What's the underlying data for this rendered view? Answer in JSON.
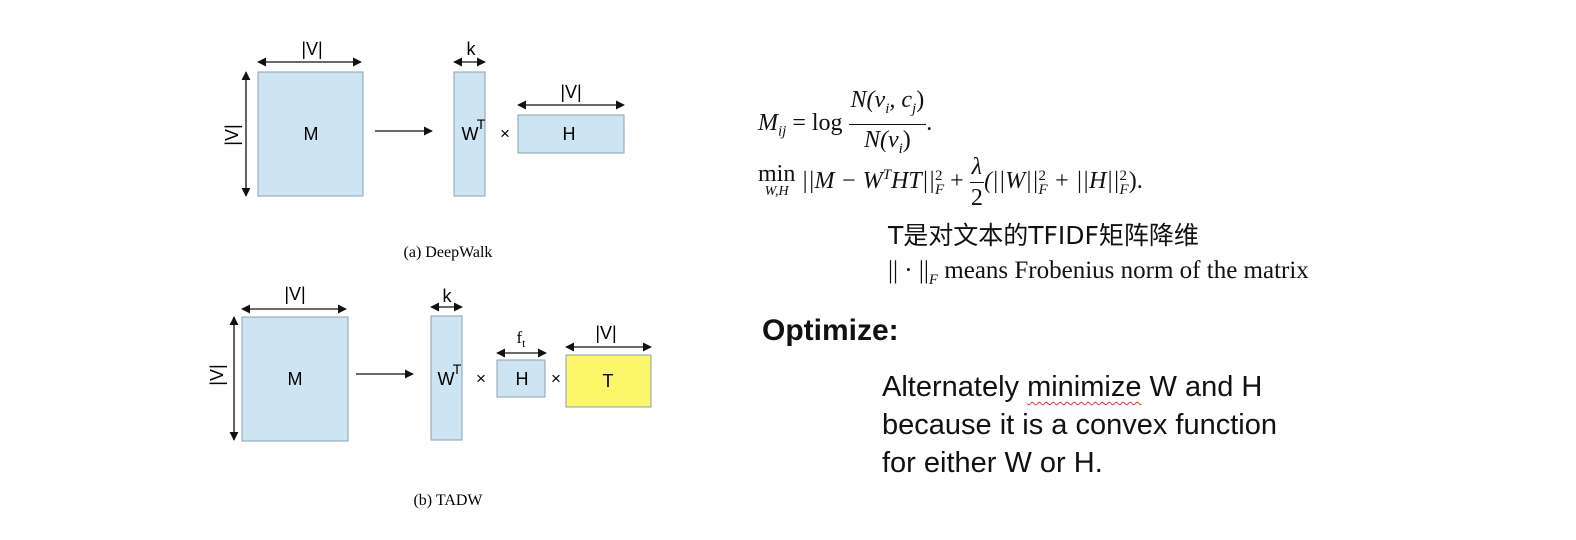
{
  "deepwalk": {
    "caption": "(a) DeepWalk",
    "dim_v": "|V|",
    "dim_k": "k",
    "m_label": "M",
    "w_label": "W",
    "w_sup": "T",
    "times": "×",
    "h_label": "H"
  },
  "tadw": {
    "caption": "(b) TADW",
    "dim_v": "|V|",
    "dim_k": "k",
    "dim_ft": "f",
    "dim_ft_sub": "t",
    "m_label": "M",
    "w_label": "W",
    "w_sup": "T",
    "times": "×",
    "h_label": "H",
    "t_label": "T"
  },
  "colors": {
    "matrix_fill": "#cde4f2",
    "matrix_stroke": "#8a9fb0",
    "t_fill": "#fbf66a",
    "arrow": "#111111",
    "squiggle": "#d23a3a"
  },
  "equations": {
    "eq1_lhs": "M",
    "eq1_lhs_sub": "ij",
    "eq1_eq": " = log ",
    "eq1_num": "N(v",
    "eq1_num_i": "i",
    "eq1_num_mid": ", c",
    "eq1_num_j": "j",
    "eq1_num_end": ")",
    "eq1_den": "N(v",
    "eq1_den_i": "i",
    "eq1_den_end": ")",
    "eq1_tail": ".",
    "eq2_min": "min",
    "eq2_min_sub": "W,H",
    "eq2_term1": " ||M − W",
    "eq2_sup_t": "T",
    "eq2_term1b": "HT||",
    "eq2_sq": "2",
    "eq2_f": "F",
    "eq2_plus": " + ",
    "eq2_lambda": "λ",
    "eq2_two": "2",
    "eq2_term2": "(||W||",
    "eq2_term3": " + ||H||",
    "eq2_end": ").",
    "note_chinese": "T是对文本的TFIDF矩阵降维",
    "norm_sym": "|| · ||",
    "norm_sub": "F",
    "norm_text": " means Frobenius norm of the matrix"
  },
  "optimize": {
    "heading": "Optimize:",
    "text_pre": "Alternately ",
    "text_word": "minimize",
    "text_post": " W and H because it is a convex function for either W or H."
  }
}
